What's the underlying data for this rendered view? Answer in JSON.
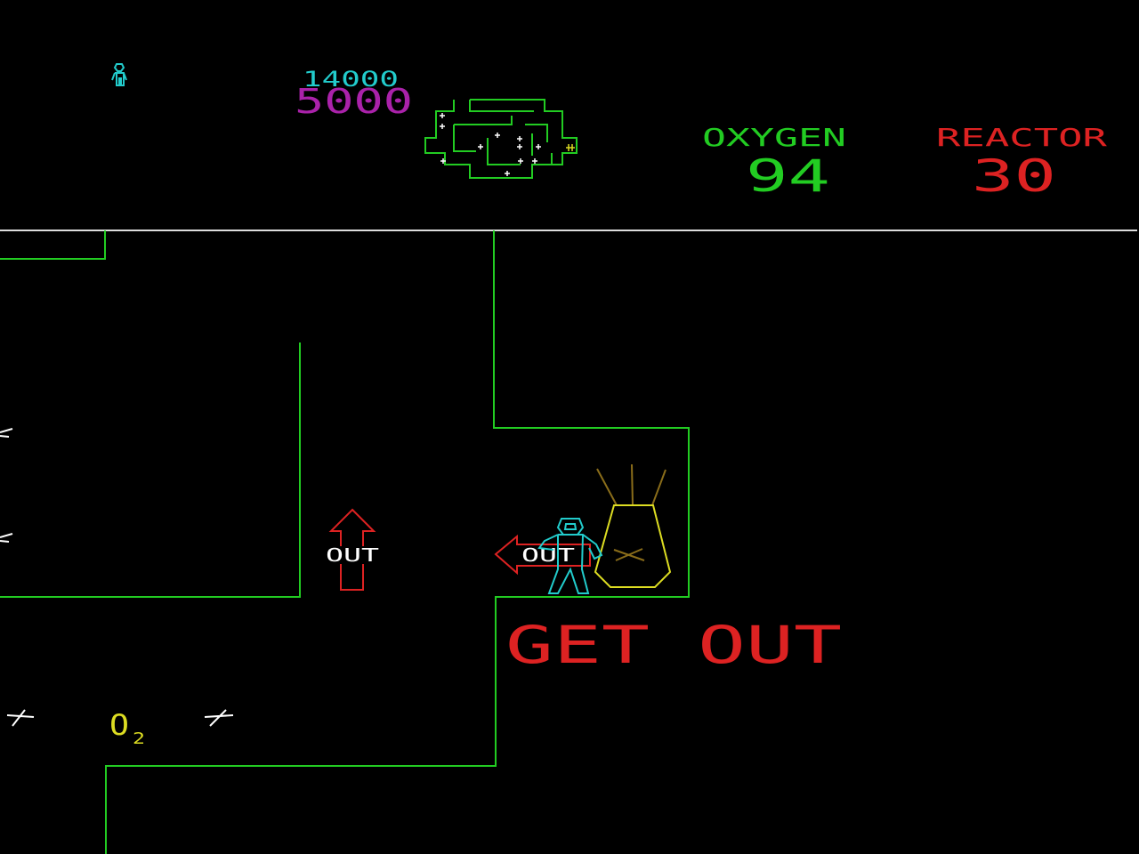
{
  "hud": {
    "lives_icon": "astronaut-icon",
    "high_score": "14000",
    "score": "5000",
    "oxygen_label": "OXYGEN",
    "oxygen_value": "94",
    "reactor_label": "REACTOR",
    "reactor_value": "30"
  },
  "playfield": {
    "out_sign_up": "OUT",
    "out_sign_left": "OUT",
    "oxygen_pickup": "O",
    "oxygen_pickup_sub": "2",
    "message": "GET OUT"
  },
  "colors": {
    "wall": "#22cc22",
    "hud_divider": "#dddddd",
    "high_score": "#22cccc",
    "score": "#aa22aa",
    "oxygen": "#22cc22",
    "reactor": "#dd2222",
    "player": "#22cccc",
    "reactor_core": "#dddd22",
    "arrow": "#dd2222",
    "message": "#dd2222",
    "oxygen_pickup": "#dddd22",
    "mine": "#ffffff"
  }
}
